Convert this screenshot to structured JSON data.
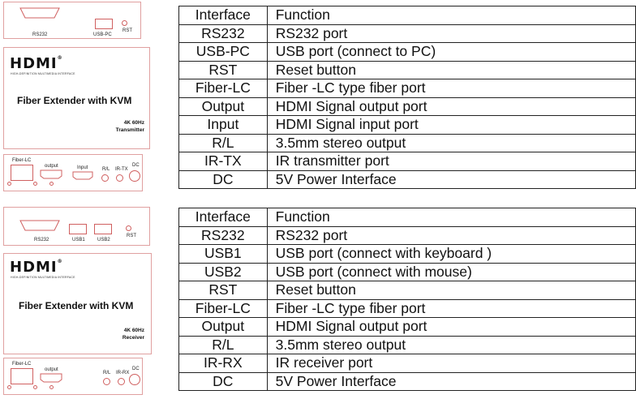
{
  "transmitter": {
    "top_panel": {
      "rs232": "RS232",
      "usb_pc": "USB-PC",
      "rst": "RST"
    },
    "logo": {
      "brand": "HDMI",
      "tagline": "HIGH-DEFINITION MULTIMEDIA INTERFACE"
    },
    "title": "Fiber Extender with KVM",
    "spec_line1": "4K 60Hz",
    "spec_line2": "Transmitter",
    "bottom_panel": {
      "fiber_lc": "Fiber-LC",
      "output": "output",
      "input": "Input",
      "rl": "R/L",
      "ir": "IR-TX",
      "dc": "DC"
    },
    "table": {
      "headers": [
        "Interface",
        "Function"
      ],
      "rows": [
        [
          "RS232",
          "RS232 port"
        ],
        [
          "USB-PC",
          "USB port (connect to PC)"
        ],
        [
          "RST",
          "Reset button"
        ],
        [
          "Fiber-LC",
          "Fiber -LC type fiber port"
        ],
        [
          "Output",
          "HDMI Signal output port"
        ],
        [
          "Input",
          "HDMI Signal input port"
        ],
        [
          "R/L",
          "3.5mm stereo output"
        ],
        [
          "IR-TX",
          "IR transmitter port"
        ],
        [
          "DC",
          "5V Power Interface"
        ]
      ]
    }
  },
  "receiver": {
    "top_panel": {
      "rs232": "RS232",
      "usb1": "USB1",
      "usb2": "USB2",
      "rst": "RST"
    },
    "logo": {
      "brand": "HDMI",
      "tagline": "HIGH-DEFINITION MULTIMEDIA INTERFACE"
    },
    "title": "Fiber Extender with KVM",
    "spec_line1": "4K 60Hz",
    "spec_line2": "Receiver",
    "bottom_panel": {
      "fiber_lc": "Fiber-LC",
      "output": "output",
      "rl": "R/L",
      "ir": "IR-RX",
      "dc": "DC"
    },
    "table": {
      "headers": [
        "Interface",
        "Function"
      ],
      "rows": [
        [
          "RS232",
          "RS232 port"
        ],
        [
          "USB1",
          "USB port (connect with keyboard )"
        ],
        [
          "USB2",
          "USB port (connect with mouse)"
        ],
        [
          "RST",
          "Reset button"
        ],
        [
          "Fiber-LC",
          "Fiber -LC type fiber port"
        ],
        [
          "Output",
          "HDMI Signal output port"
        ],
        [
          "R/L",
          "3.5mm stereo output"
        ],
        [
          "IR-RX",
          "IR receiver port"
        ],
        [
          "DC",
          "5V Power Interface"
        ]
      ]
    }
  }
}
